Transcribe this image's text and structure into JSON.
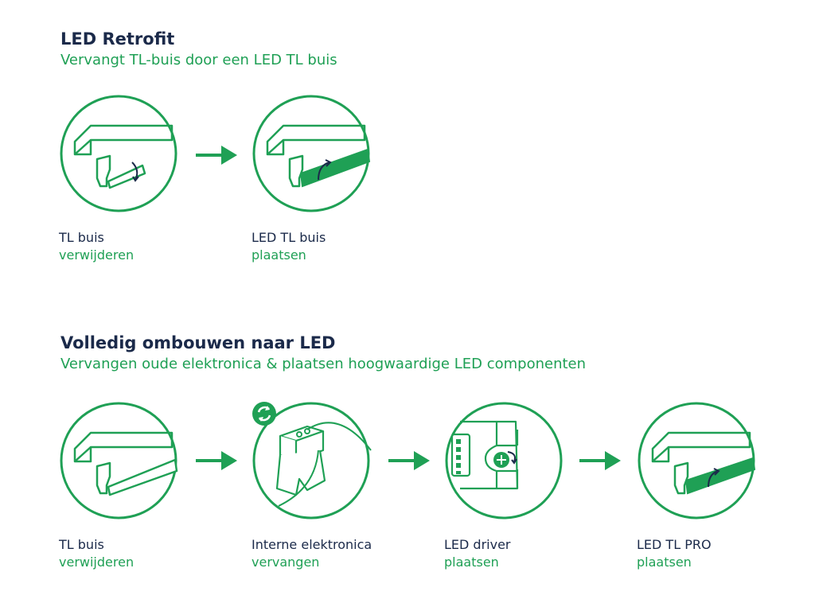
{
  "colors": {
    "navy": "#1b2a4a",
    "green": "#1fa055",
    "white": "#ffffff"
  },
  "section1": {
    "title": "LED Retrofit",
    "subtitle": "Vervangt TL-buis door een LED TL buis",
    "steps": [
      {
        "line1": "TL buis",
        "line2": "verwijderen",
        "icon": "tl-tube-remove-icon"
      },
      {
        "line1": "LED TL buis",
        "line2": "plaatsen",
        "icon": "led-tube-place-icon"
      }
    ]
  },
  "section2": {
    "title": "Volledig ombouwen naar LED",
    "subtitle": "Vervangen oude elektronica & plaatsen hoogwaardige LED componenten",
    "steps": [
      {
        "line1": "TL buis",
        "line2": "verwijderen",
        "icon": "tl-tube-remove-icon"
      },
      {
        "line1": "Interne elektronica",
        "line2": "vervangen",
        "icon": "ballast-replace-icon"
      },
      {
        "line1": "LED driver",
        "line2": "plaatsen",
        "icon": "led-driver-icon"
      },
      {
        "line1": "LED TL PRO",
        "line2": "plaatsen",
        "icon": "led-tl-pro-icon"
      }
    ]
  }
}
